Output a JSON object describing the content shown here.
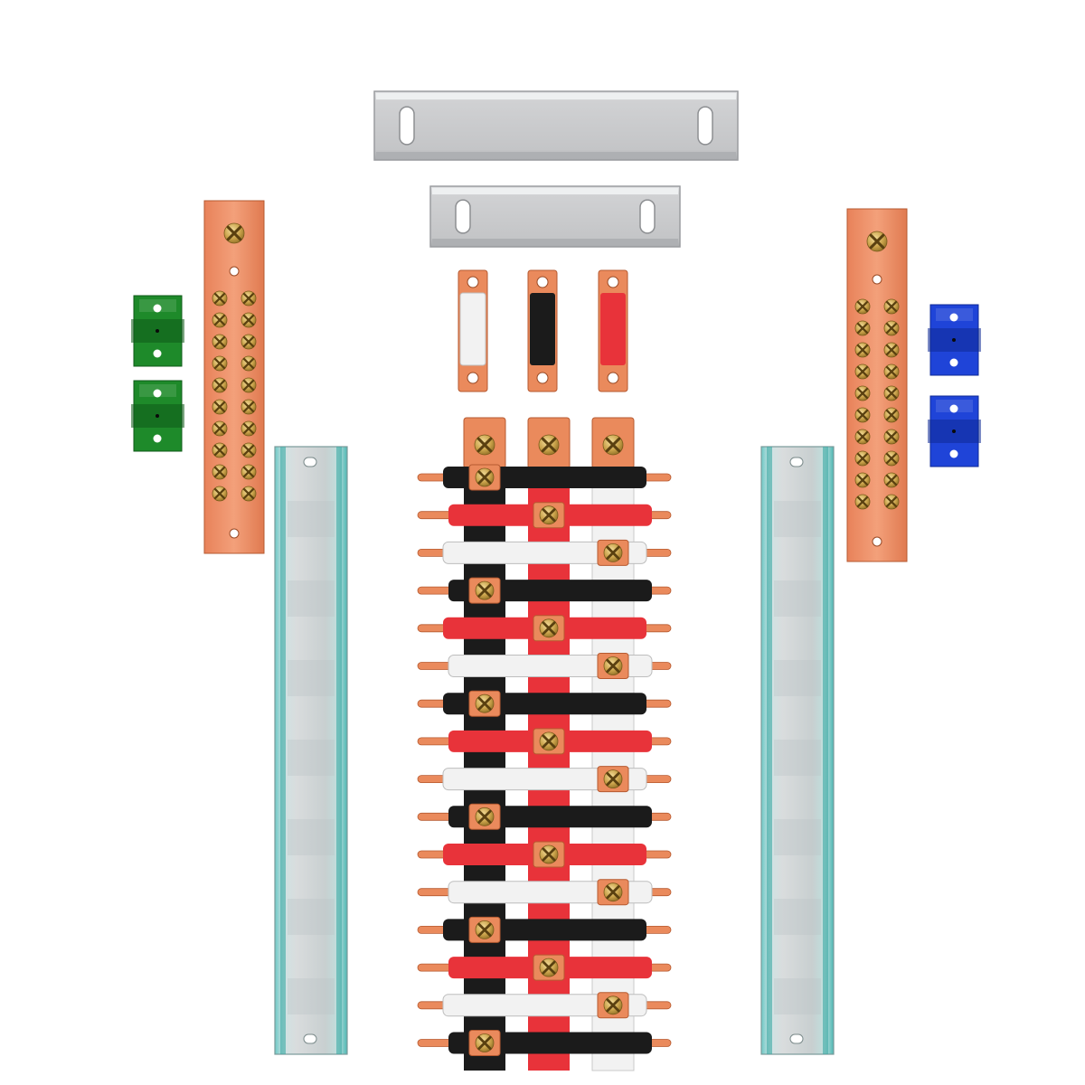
{
  "scene": {
    "palette": {
      "background": "#ffffff",
      "copper": "#ea8a5c",
      "copper_dark": "#b65a30",
      "aluminum": "#c9cacc",
      "aluminum_dark": "#9a9c9f",
      "din_rail_tint": "#5fc4c0",
      "insulation_black": "#1b1b1b",
      "insulation_red": "#e8333a",
      "insulation_white": "#f2f2f2",
      "screw_brass": "#c9a24a",
      "support_green": "#1e8a2a",
      "support_blue": "#1f44d8"
    },
    "components": [
      {
        "name": "aluminum-mounting-rail",
        "count": 2
      },
      {
        "name": "insulated-link-bar",
        "colors": [
          "white",
          "black",
          "red"
        ],
        "count": 3
      },
      {
        "name": "copper-ground-neutral-bar",
        "count": 2,
        "terminal_screws_per_bar": 20
      },
      {
        "name": "green-insulator-support",
        "count": 2
      },
      {
        "name": "blue-insulator-support",
        "count": 2
      },
      {
        "name": "galvanized-din-rail",
        "count": 2
      },
      {
        "name": "three-phase-comb-busbar-assembly",
        "phases": [
          "black",
          "red",
          "white"
        ],
        "branch_levels": 16
      }
    ]
  }
}
